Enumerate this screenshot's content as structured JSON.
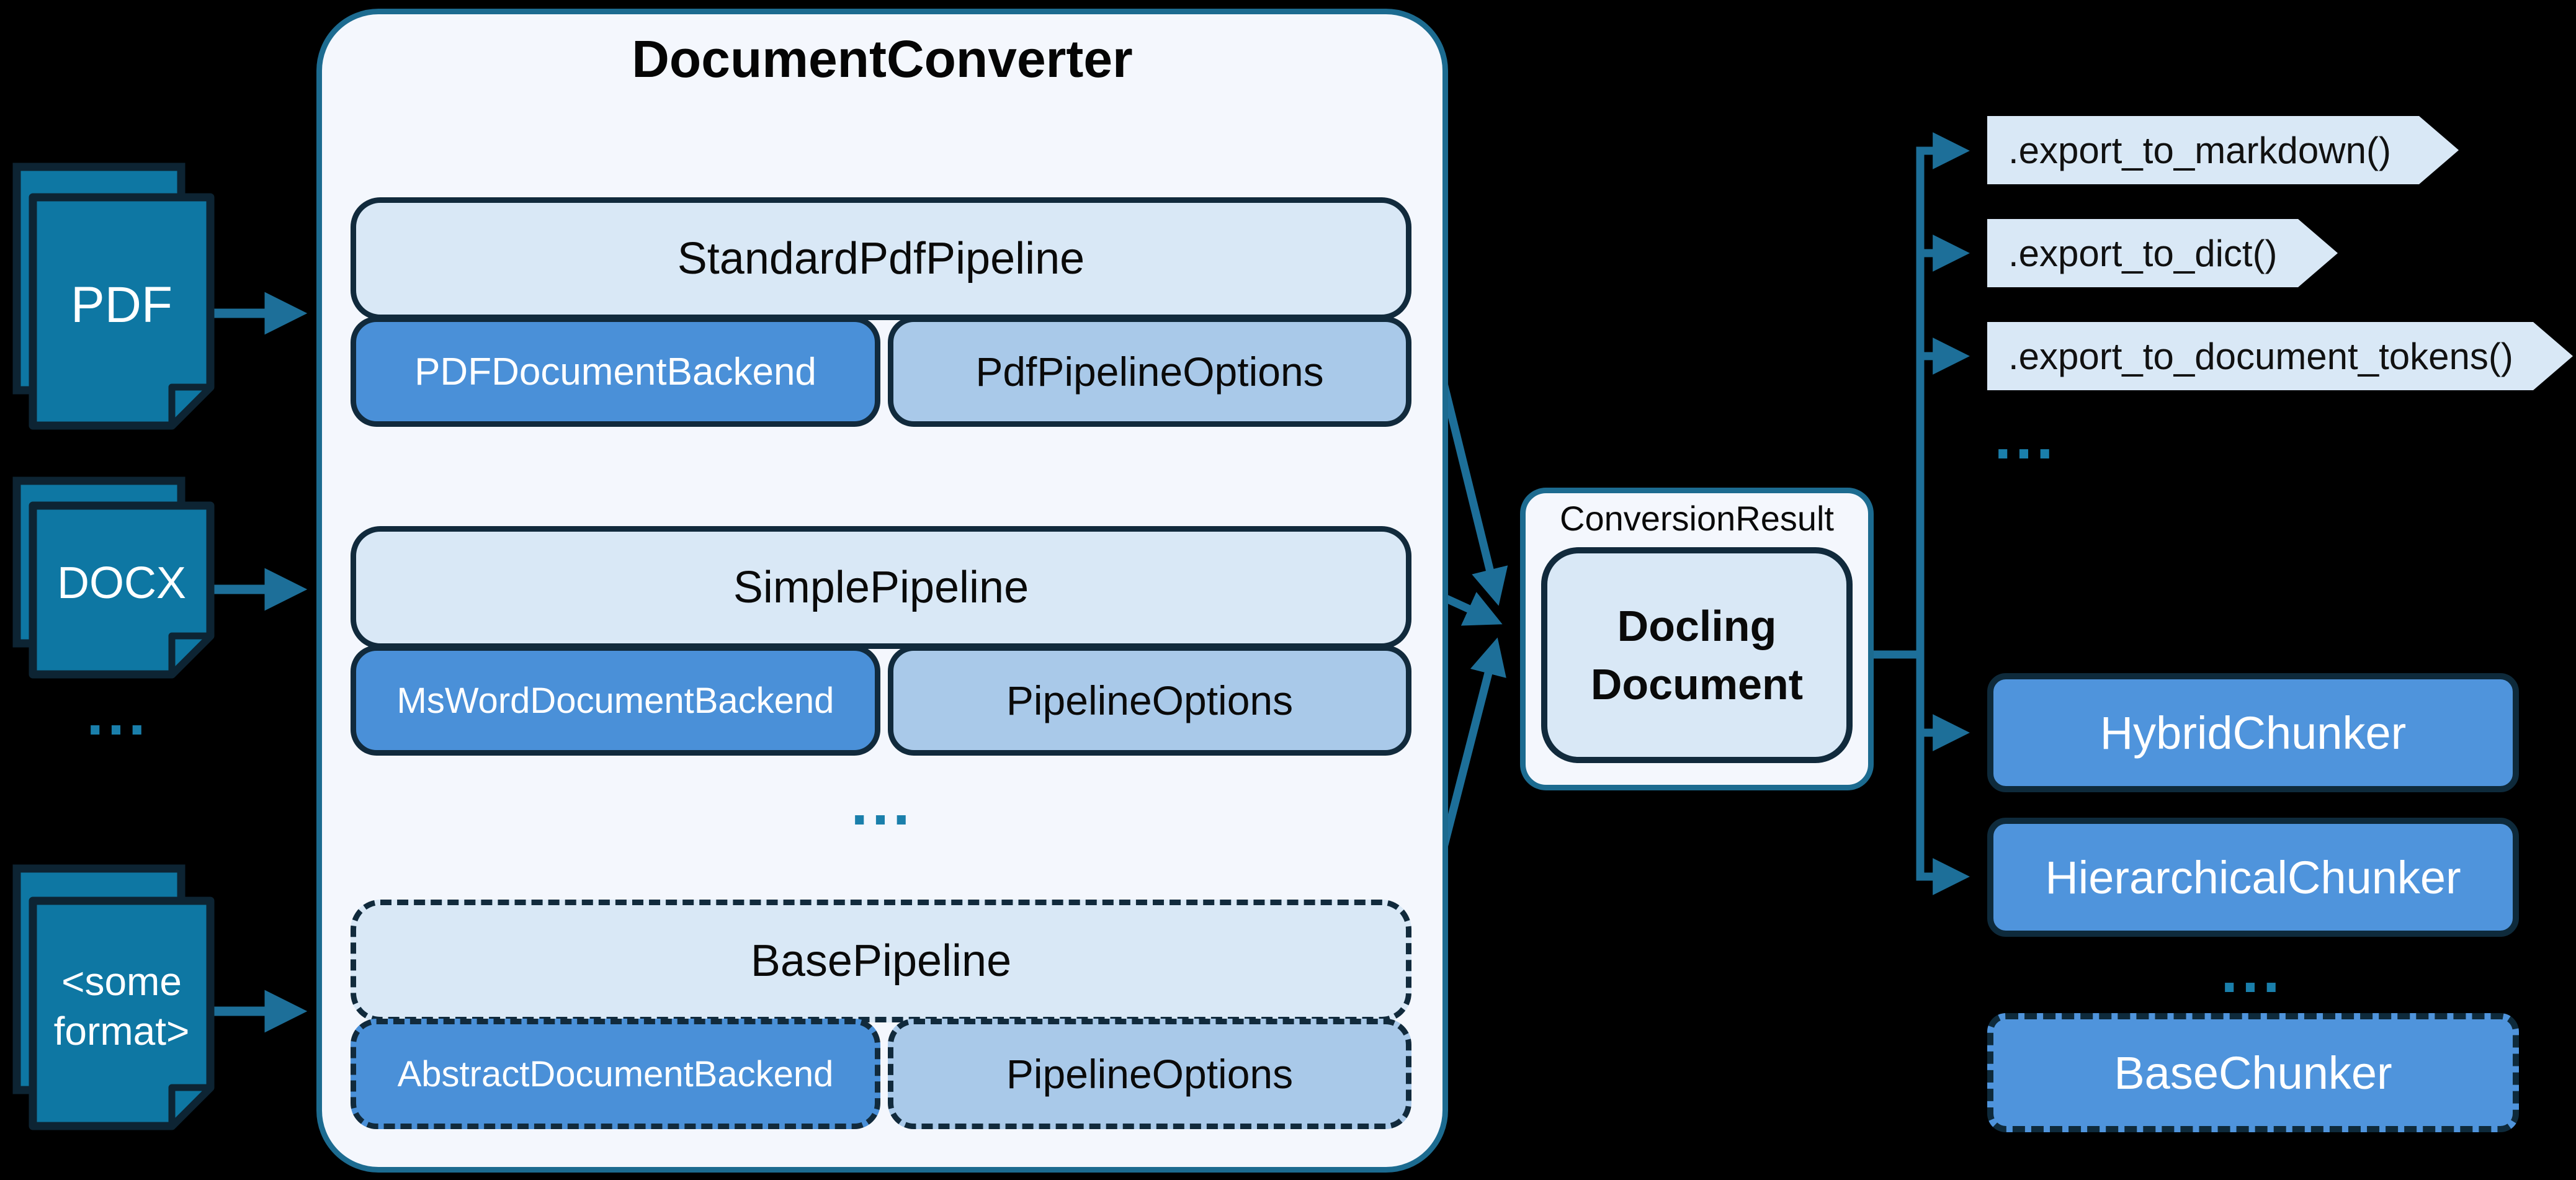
{
  "diagram": {
    "title": "DocumentConverter",
    "inputs": {
      "pdf": "PDF",
      "docx": "DOCX",
      "more": "...",
      "other": "<some format>"
    },
    "pipelines": [
      {
        "name": "StandardPdfPipeline",
        "backend": "PDFDocumentBackend",
        "options": "PdfPipelineOptions"
      },
      {
        "name": "SimplePipeline",
        "backend": "MsWordDocumentBackend",
        "options": "PipelineOptions"
      },
      {
        "name": "BasePipeline",
        "backend": "AbstractDocumentBackend",
        "options": "PipelineOptions"
      }
    ],
    "pipelines_more": "...",
    "result": {
      "label": "ConversionResult",
      "document": "Docling Document"
    },
    "exports": {
      "markdown": ".export_to_markdown()",
      "dict": ".export_to_dict()",
      "tokens": ".export_to_document_tokens()",
      "more": "..."
    },
    "chunkers": {
      "hybrid": "HybridChunker",
      "hierarchical": "HierarchicalChunker",
      "more": "...",
      "base": "BaseChunker"
    },
    "colors": {
      "background": "#000000",
      "panel": "#f4f7fd",
      "panel_border": "#1c6b90",
      "light_box": "#d9e8f6",
      "dark_border": "#112a3c",
      "backend_blue": "#4a90d8",
      "options_blue": "#a9c9e9",
      "chunker_blue": "#4f94dc",
      "doc_icon_fill": "#0e77a3",
      "arrow": "#1d6f99",
      "ellipsis": "#1a7fab"
    }
  }
}
